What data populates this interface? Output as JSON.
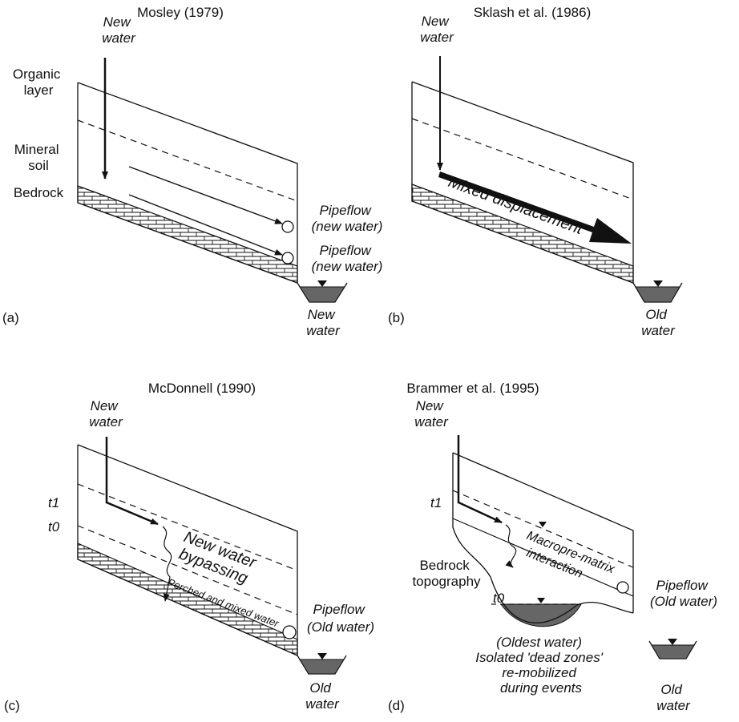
{
  "colors": {
    "line": "#111111",
    "water": "#666666",
    "bg": "#ffffff"
  },
  "panels": {
    "a": {
      "title": "Mosley (1979)",
      "letter": "(a)",
      "input": [
        "New",
        "water"
      ],
      "layers": {
        "organic": [
          "Organic",
          "layer"
        ],
        "mineral": [
          "Mineral",
          "soil"
        ],
        "bedrock": "Bedrock"
      },
      "pipe1": [
        "Pipeflow",
        "(new water)"
      ],
      "pipe2": [
        "Pipeflow",
        "(new water)"
      ],
      "stream": [
        "New",
        "water"
      ]
    },
    "b": {
      "title": "Sklash et al. (1986)",
      "letter": "(b)",
      "input": [
        "New",
        "water"
      ],
      "flow": "Mixed displacement",
      "stream": [
        "Old",
        "water"
      ]
    },
    "c": {
      "title": "McDonnell (1990)",
      "letter": "(c)",
      "input": [
        "New",
        "water"
      ],
      "t1": "t1",
      "t0": "t0",
      "bypass": [
        "New water",
        "bypassing"
      ],
      "perched": "Perched and mixed water",
      "pipe": [
        "Pipeflow",
        "(Old water)"
      ],
      "stream": [
        "Old",
        "water"
      ]
    },
    "d": {
      "title": "Brammer et al. (1995)",
      "letter": "(d)",
      "input": [
        "New",
        "water"
      ],
      "t1": "t1",
      "t0": "t0",
      "interaction": [
        "Macropre-matrix",
        "interaction"
      ],
      "topo": [
        "Bedrock",
        "topography"
      ],
      "pipe": [
        "Pipeflow",
        "(Old water)"
      ],
      "oldest": [
        "(Oldest water)",
        "Isolated 'dead zones'",
        "re-mobilized",
        "during events"
      ],
      "stream": [
        "Old",
        "water"
      ]
    }
  }
}
